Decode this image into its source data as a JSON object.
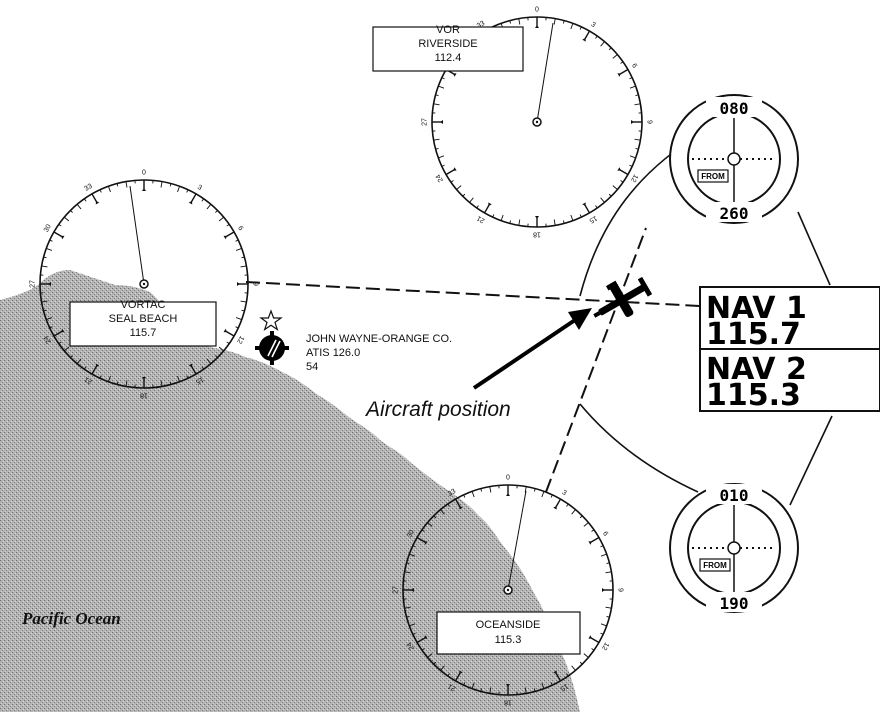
{
  "stations": [
    {
      "id": "riverside",
      "type_label": "VOR",
      "name": "RIVERSIDE",
      "freq": "112.4"
    },
    {
      "id": "seal-beach",
      "type_label": "VORTAC",
      "name": "SEAL BEACH",
      "freq": "115.7"
    },
    {
      "id": "oceanside",
      "type_label": "",
      "name": "OCEANSIDE",
      "freq": "115.3"
    }
  ],
  "compass_labels": [
    "0",
    "3",
    "6",
    "9",
    "12",
    "15",
    "18",
    "21",
    "24",
    "27",
    "30",
    "33"
  ],
  "airport": {
    "name": "JOHN WAYNE-ORANGE CO.",
    "atis": "ATIS 126.0",
    "elev": "54"
  },
  "caption": "Aircraft position",
  "ocean_label": "Pacific Ocean",
  "nav_display": {
    "nav1": {
      "label": "NAV 1",
      "freq": "115.7"
    },
    "nav2": {
      "label": "NAV 2",
      "freq": "115.3"
    }
  },
  "indicators": [
    {
      "id": "top",
      "top_value": "080",
      "bottom_value": "260",
      "flag": "FROM"
    },
    {
      "id": "bottom",
      "top_value": "010",
      "bottom_value": "190",
      "flag": "FROM"
    }
  ],
  "colors": {
    "ink": "#111111",
    "land": "#a8a8a8",
    "paper": "#ffffff"
  }
}
